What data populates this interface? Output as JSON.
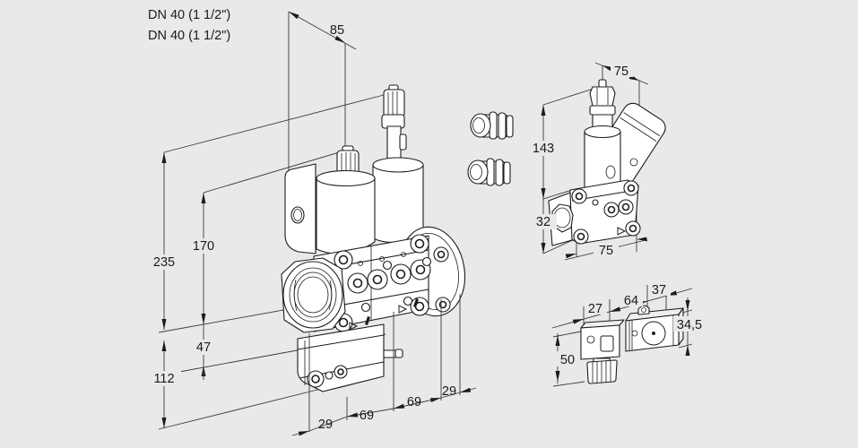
{
  "canvas": {
    "background": "#e9e9e9",
    "line_color": "#1c1c1c"
  },
  "labels": {
    "dn_line1": "DN 40 (1 1/2\")",
    "dn_line2": "DN 40 (1 1/2\")"
  },
  "main_view": {
    "description": "double-solenoid-valve-isometric",
    "dims": {
      "coil_spacing": "85",
      "total_height": "235",
      "coil_height": "170",
      "body_height": "47",
      "lower_housing_height": "112",
      "chain_left": "29",
      "chain_mid_left": "69",
      "chain_mid_right": "69",
      "chain_right": "29"
    }
  },
  "side_view": {
    "description": "single-valve-isometric",
    "dims": {
      "top_width": "75",
      "height": "143",
      "flange_height": "32",
      "bottom_width": "75"
    }
  },
  "solenoid_view": {
    "description": "solenoid-with-connector",
    "dims": {
      "connector_depth": "27",
      "body_length": "64",
      "end_depth": "37",
      "body_height": "34,5",
      "connector_height": "50"
    }
  }
}
